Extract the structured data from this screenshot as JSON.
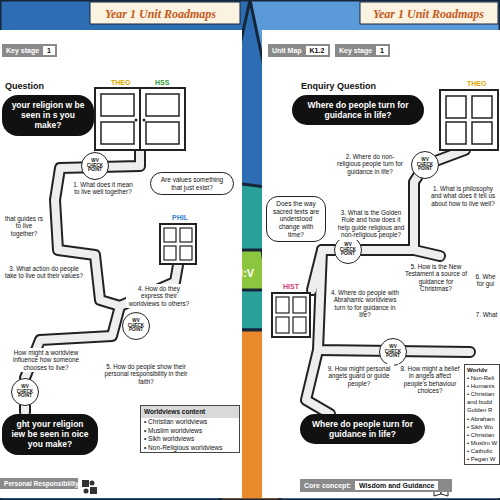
{
  "diagram": {
    "nodes": [
      {
        "text": [
          "your religion w be seen in s you make?"
        ]
      },
      {
        "text": [
          "Are values something that just exist?"
        ]
      },
      {
        "text": [
          "WV CHECK POINT"
        ]
      },
      {
        "text": [
          "WV CHECK POINT"
        ]
      },
      {
        "text": [
          "WV CHECK POINT"
        ]
      },
      {
        "text": [
          "Worldviews content",
          "• Christian worldviews",
          "• Muslim worldviews",
          "• Sikh worldviews",
          "• Non-Religious worldviews"
        ]
      },
      {
        "text": [
          "ght your religion iew be seen in oice you make?"
        ]
      },
      {
        "text": [
          "Personal Responsibility"
        ]
      },
      {
        "text": [
          "Key stage"
        ]
      },
      {
        "text": [
          "1"
        ],
        "in": 8
      },
      {
        "text": [
          "Unit Map"
        ]
      },
      {
        "text": [
          "K1.2"
        ],
        "in": 10
      },
      {
        "text": [
          "Key stage"
        ]
      },
      {
        "text": [
          "1"
        ],
        "in": 12
      },
      {
        "text": [
          "Where do people turn for guidance in life?"
        ]
      },
      {
        "text": [
          "WV CHECK POINT"
        ]
      },
      {
        "text": [
          "Does the way sacred texts are understood change with time?"
        ]
      },
      {
        "text": [
          "WV CHECK POINT"
        ]
      },
      {
        "text": [
          "WV CHECK POINT"
        ]
      },
      {
        "text": [
          "Where do people turn for guidance in life?"
        ]
      },
      {
        "text": [
          "Worldv",
          "• Non-Reli",
          "• Humanis",
          "• Christian",
          "and budd",
          "Golden R",
          "• Abraham",
          "• Sikh Wo",
          "• Christian",
          "• Muslim W",
          "• Catholic",
          "• Pegan W"
        ]
      },
      {
        "text": [
          "Core concept:",
          "Wisdom and Guidance"
        ]
      }
    ],
    "labels": [
      "Year 1 Unit Roadmaps",
      "Year 1 Unit Roadmaps",
      "Question",
      "THEO",
      "HSS",
      "PHIL",
      "1. What does it mean to live well together?",
      "that guides rs to live together?",
      "3. What action do people take to live out their values?",
      "4. How do they express their worldviews to others?",
      "How might a worldview influence how someone chooses to live?",
      "5. How do people show their personal responsibility in their faith?",
      "Enquiry Question",
      "THEO",
      "2. Where do non-religious people turn for guidance in life?",
      "1. What is philosophy and what does it tell us about how to live well?",
      "3. What is the Golden Rule and how does it help guide religious and non-religious people?",
      "HIST",
      "4. Where do people with Abrahamic worldviews turn to for guidance in life?",
      "5. How is the New Testament a source of guidance for Christmas?",
      "6. Whe for gui",
      "7. What",
      "9. How might personal angels guard or guide people?",
      "8. How might a belief in angels affect people's behaviour choices?",
      "M:V"
    ]
  }
}
